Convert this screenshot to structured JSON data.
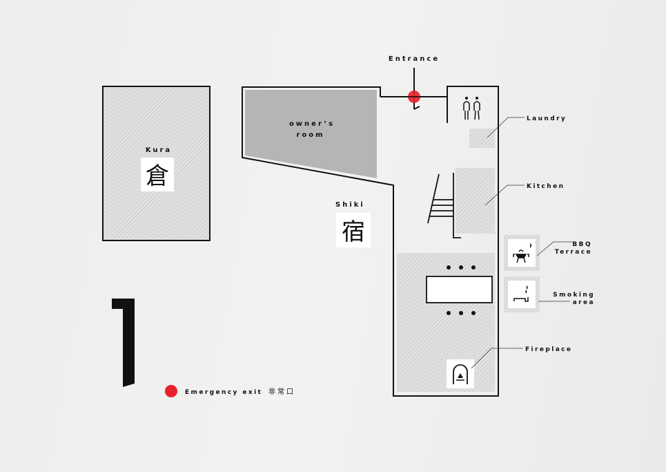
{
  "floor_number": "1",
  "entrance_label": "Entrance",
  "buildings": {
    "kura": {
      "label": "Kura",
      "kanji": "倉"
    },
    "shiki": {
      "label": "Shiki",
      "kanji": "宿"
    }
  },
  "rooms": {
    "owners_room": {
      "line1": "owner’s",
      "line2": "room"
    },
    "laundry": "Laundry",
    "kitchen": "Kitchen",
    "bbq": {
      "line1": "BBQ",
      "line2": "Terrace"
    },
    "smoking": {
      "line1": "Smoking",
      "line2": "area"
    },
    "fireplace": "Fireplace"
  },
  "legend": {
    "emergency_exit": "Emergency exit",
    "emergency_exit_jp": "非常口"
  },
  "colors": {
    "emergency": "#e8202a",
    "wall": "#111111",
    "owner_room": "#b5b5b5",
    "hatch": "#c4c4c4"
  }
}
